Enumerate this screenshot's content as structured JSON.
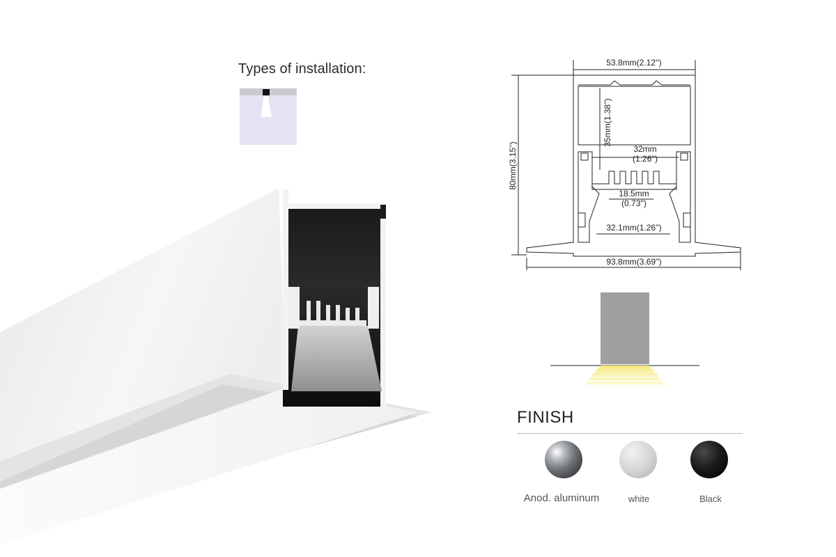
{
  "installation": {
    "title": "Types of installation:",
    "type_icon": "recessed-mount-icon"
  },
  "drawing": {
    "width_top": "53.8mm(2.12'')",
    "height_total": "80mm(3.15'')",
    "height_inner": "35mm(1.38'')",
    "width_mid": "32mm",
    "width_mid_in": "(1.26'')",
    "width_small": "18.5mm",
    "width_small_in": "(0.73'')",
    "width_lower": "32.1mm(1.26'')",
    "width_bottom": "93.8mm(3.69'')"
  },
  "finish": {
    "title": "FINISH",
    "options": [
      {
        "label": "Anod. aluminum",
        "icon": "aluminum-finish-swatch",
        "color": "#9aa0a6"
      },
      {
        "label": "white",
        "icon": "white-finish-swatch",
        "color": "#d9d9d9"
      },
      {
        "label": "Black",
        "icon": "black-finish-swatch",
        "color": "#1c1c1c"
      }
    ]
  },
  "colors": {
    "light": "#f3e676",
    "housing": "#9f9f9f",
    "icon_bg": "#e4e3f3"
  }
}
